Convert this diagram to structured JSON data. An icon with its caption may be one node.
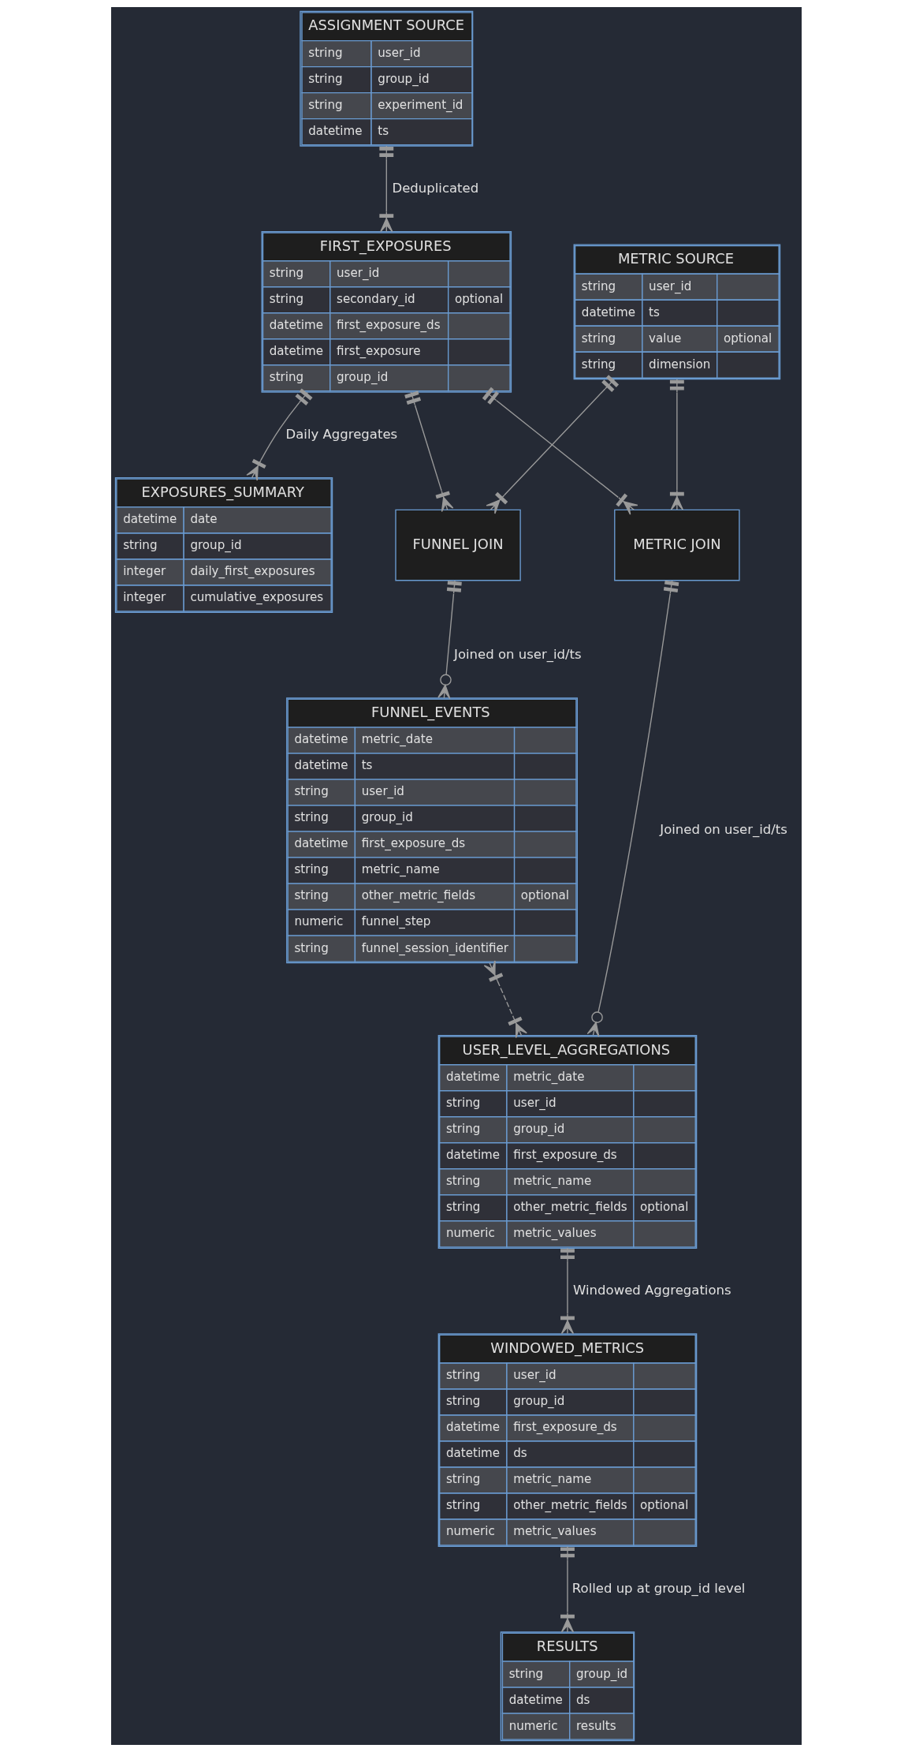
{
  "diagram": {
    "nodes": [
      {
        "text": [
          "ASSIGNMENT SOURCE",
          "string",
          "user_id",
          "string",
          "group_id",
          "string",
          "experiment_id",
          "datetime",
          "ts"
        ]
      },
      {
        "text": [
          "FIRST_EXPOSURES",
          "string",
          "user_id",
          "string",
          "secondary_id",
          "optional",
          "datetime",
          "first_exposure_ds",
          "datetime",
          "first_exposure",
          "string",
          "group_id"
        ]
      },
      {
        "text": [
          "METRIC SOURCE",
          "string",
          "user_id",
          "datetime",
          "ts",
          "string",
          "value",
          "optional",
          "string",
          "dimension"
        ]
      },
      {
        "text": [
          "EXPOSURES_SUMMARY",
          "datetime",
          "date",
          "string",
          "group_id",
          "integer",
          "daily_first_exposures",
          "integer",
          "cumulative_exposures"
        ]
      },
      {
        "text": [
          "METRIC JOIN"
        ]
      },
      {
        "text": [
          "FUNNEL JOIN"
        ]
      },
      {
        "text": [
          "FUNNEL_EVENTS",
          "datetime",
          "metric_date",
          "datetime",
          "ts",
          "string",
          "user_id",
          "string",
          "group_id",
          "datetime",
          "first_exposure_ds",
          "string",
          "metric_name",
          "string",
          "other_metric_fields",
          "optional",
          "numeric",
          "funnel_step",
          "string",
          "funnel_session_identifier"
        ]
      },
      {
        "text": [
          "USER_LEVEL_AGGREGATIONS",
          "datetime",
          "metric_date",
          "string",
          "user_id",
          "string",
          "group_id",
          "datetime",
          "first_exposure_ds",
          "string",
          "metric_name",
          "string",
          "other_metric_fields",
          "optional",
          "numeric",
          "metric_values"
        ]
      },
      {
        "text": [
          "WINDOWED_METRICS",
          "string",
          "user_id",
          "string",
          "group_id",
          "datetime",
          "first_exposure_ds",
          "datetime",
          "ds",
          "string",
          "metric_name",
          "string",
          "other_metric_fields",
          "optional",
          "numeric",
          "metric_values"
        ]
      },
      {
        "text": [
          "RESULTS",
          "string",
          "group_id",
          "datetime",
          "ds",
          "numeric",
          "results"
        ]
      }
    ],
    "edges": [
      {
        "from": 0,
        "to": 1,
        "arrow": "other",
        "label": "Deduplicated"
      },
      {
        "from": 1,
        "to": 3,
        "arrow": "other",
        "label": "Daily Aggregates"
      },
      {
        "from": 1,
        "to": 4,
        "arrow": "other"
      },
      {
        "from": 1,
        "to": 5,
        "arrow": "other"
      },
      {
        "from": 2,
        "to": 4,
        "arrow": "other"
      },
      {
        "from": 2,
        "to": 5,
        "arrow": "other"
      },
      {
        "from": 5,
        "to": 6,
        "arrow": "other",
        "label": "Joined on user_id/ts"
      },
      {
        "from": 4,
        "to": 7,
        "arrow": "other",
        "label": "Joined on user_id/ts"
      },
      {
        "from": 6,
        "to": 7,
        "arrow": "other",
        "style": "dashed"
      },
      {
        "from": 7,
        "to": 8,
        "arrow": "other",
        "label": "Windowed Aggregations"
      },
      {
        "from": 8,
        "to": 9,
        "arrow": "other",
        "label": "Rolled up at group_id level"
      }
    ]
  }
}
